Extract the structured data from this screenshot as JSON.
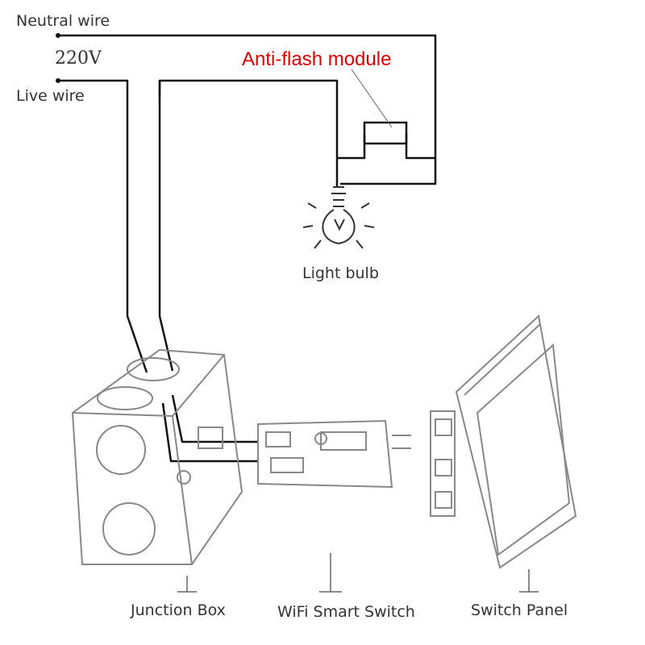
{
  "labels": {
    "neutral_wire": "Neutral wire",
    "voltage": "220V",
    "live_wire": "Live wire",
    "anti_flash_module": "Anti-flash module",
    "light_bulb": "Light bulb",
    "junction_box": "Junction Box",
    "wifi_smart_switch": "WiFi Smart Switch",
    "switch_panel": "Switch Panel"
  },
  "colors": {
    "wire": "#111111",
    "outline": "#888888",
    "accent_label": "#e00000",
    "text": "#333333"
  }
}
